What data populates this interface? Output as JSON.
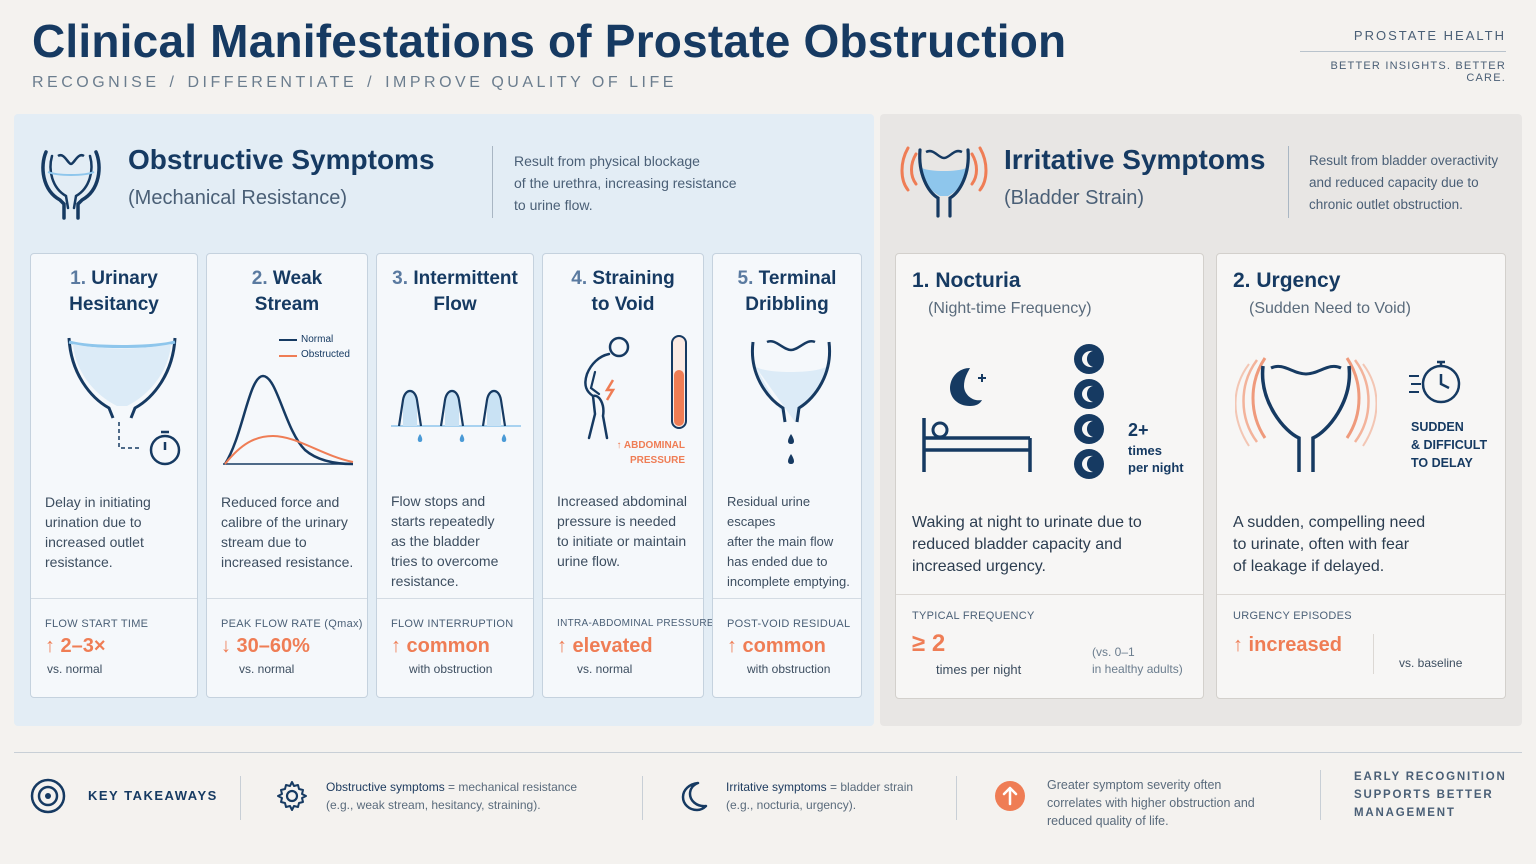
{
  "header": {
    "title": "Clinical Manifestations of Prostate Obstruction",
    "subtitle": [
      "RECOGNISE",
      "DIFFERENTIATE",
      "IMPROVE QUALITY OF LIFE"
    ],
    "subtitle_sep": "/",
    "brand_top": "PROSTATE HEALTH",
    "brand_bottom": "BETTER INSIGHTS.  BETTER CARE."
  },
  "obstructive": {
    "title": "Obstructive Symptoms",
    "subtitle": "(Mechanical Resistance)",
    "description": [
      "Result from physical blockage",
      "of the urethra, increasing resistance",
      "to urine flow."
    ],
    "cards": [
      {
        "num": "1.",
        "title1": "Urinary",
        "title2": "Hesitancy",
        "desc": [
          "Delay in initiating",
          "urination due to",
          "increased outlet",
          "resistance."
        ],
        "metric_label": "FLOW START TIME",
        "metric_value": "↑ 2–3×",
        "metric_note": "vs. normal"
      },
      {
        "num": "2.",
        "title1": "Weak",
        "title2": "Stream",
        "desc": [
          "Reduced force and",
          "calibre of the urinary",
          "stream due to",
          "increased resistance."
        ],
        "metric_label": "PEAK FLOW RATE (Qmax)",
        "metric_value": "↓ 30–60%",
        "metric_note": "vs. normal",
        "legend": [
          "Normal",
          "Obstructed"
        ]
      },
      {
        "num": "3.",
        "title1": "Intermittent",
        "title2": "Flow",
        "desc": [
          "Flow stops and",
          "starts repeatedly",
          "as the bladder",
          "tries to overcome",
          "resistance."
        ],
        "metric_label": "FLOW INTERRUPTION",
        "metric_value": "↑ common",
        "metric_note": "with obstruction"
      },
      {
        "num": "4.",
        "title1": "Straining",
        "title2": "to Void",
        "desc": [
          "Increased abdominal",
          "pressure is needed",
          "to initiate or maintain",
          "urine flow."
        ],
        "metric_label": "INTRA-ABDOMINAL PRESSURE",
        "metric_value": "↑ elevated",
        "metric_note": "vs. normal",
        "pressure_label": [
          "↑ ABDOMINAL",
          "PRESSURE"
        ]
      },
      {
        "num": "5.",
        "title1": "Terminal",
        "title2": "Dribbling",
        "desc": [
          "Residual urine escapes",
          "after the main flow",
          "has ended due to",
          "incomplete emptying."
        ],
        "metric_label": "POST-VOID RESIDUAL",
        "metric_value": "↑ common",
        "metric_note": "with obstruction"
      }
    ]
  },
  "irritative": {
    "title": "Irritative Symptoms",
    "subtitle": "(Bladder Strain)",
    "description": [
      "Result from bladder overactivity",
      "and reduced capacity due to",
      "chronic outlet obstruction."
    ],
    "cards": [
      {
        "num": "1.",
        "title": "Nocturia",
        "subtitle": "(Night-time Frequency)",
        "desc": [
          "Waking at night to urinate due to",
          "reduced bladder capacity and",
          "increased urgency."
        ],
        "metric_label": "TYPICAL FREQUENCY",
        "metric_value": "≥ 2",
        "metric_note": "times per night",
        "comparison": [
          "(vs. 0–1",
          "in healthy adults)"
        ],
        "icon_text": [
          "2+",
          "times",
          "per night"
        ]
      },
      {
        "num": "2.",
        "title": "Urgency",
        "subtitle": "(Sudden Need to Void)",
        "desc": [
          "A sudden, compelling need",
          "to urinate, often with fear",
          "of leakage if delayed."
        ],
        "metric_label": "URGENCY EPISODES",
        "metric_value": "↑ increased",
        "metric_note": "vs. baseline",
        "icon_text": [
          "SUDDEN",
          "& DIFFICULT",
          "TO DELAY"
        ]
      }
    ]
  },
  "footer": {
    "takeaways": "KEY TAKEAWAYS",
    "items": [
      {
        "bold": "Obstructive symptoms",
        "rest": " = mechanical resistance",
        "line2": "(e.g., weak stream, hesitancy, straining)."
      },
      {
        "bold": "Irritative symptoms",
        "rest": " = bladder strain",
        "line2": "(e.g., nocturia, urgency)."
      },
      {
        "lines": [
          "Greater symptom severity often",
          "correlates with higher obstruction and",
          "reduced quality of life."
        ]
      }
    ],
    "early": [
      "EARLY RECOGNITION",
      "SUPPORTS BETTER",
      "MANAGEMENT"
    ]
  },
  "colors": {
    "navy": "#163a62",
    "accent_orange": "#ef7d55",
    "water_blue": "#8ec6ec",
    "panel_blue": "#e3edf5",
    "panel_grey": "#e8e6e4"
  }
}
